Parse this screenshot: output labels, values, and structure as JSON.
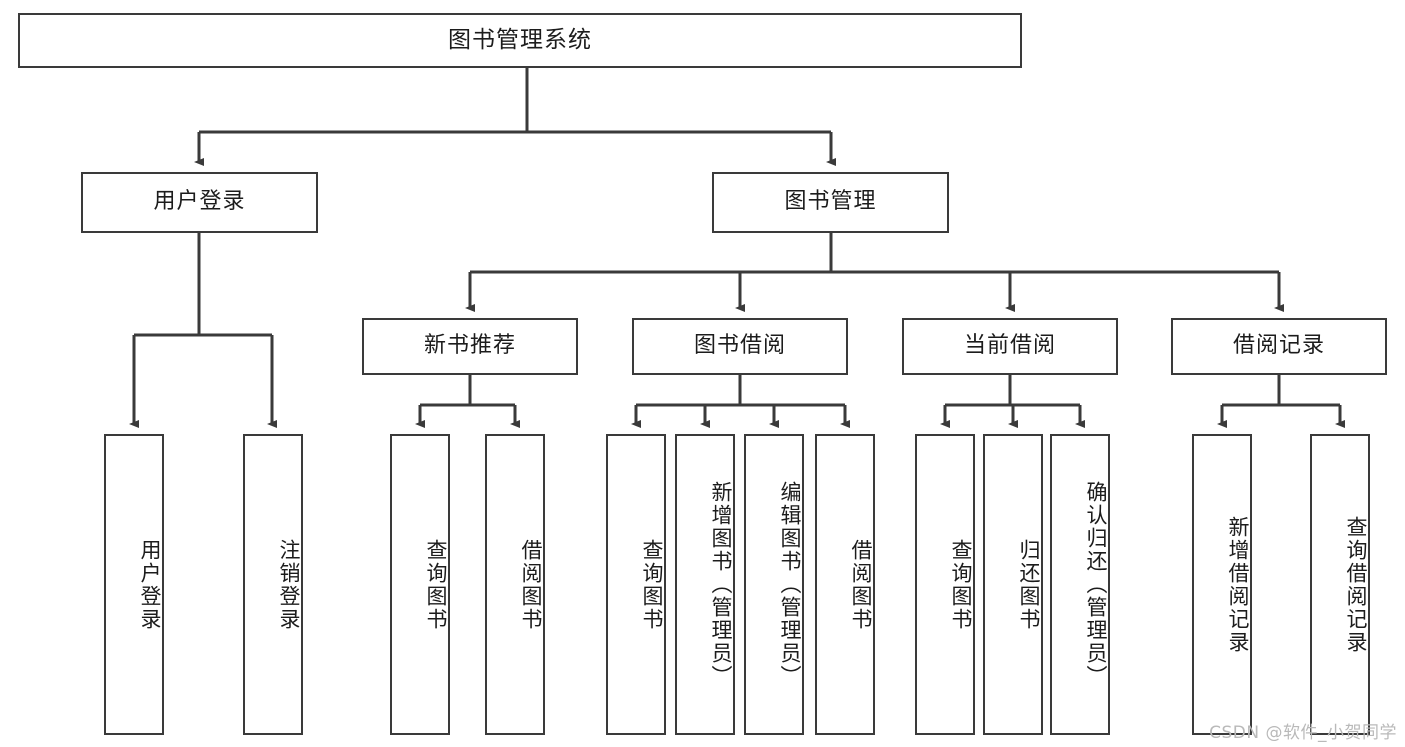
{
  "diagram": {
    "title": "图书管理系统",
    "type": "tree",
    "watermark": "CSDN @软件_小贺同学",
    "colors": {
      "box_border": "#3a3a3a",
      "box_fill": "#ffffff",
      "edge": "#3a3a3a",
      "text": "#1c1c1c",
      "watermark": "#b9b9b9"
    },
    "root": {
      "label": "图书管理系统"
    },
    "level1": [
      {
        "label": "用户登录"
      },
      {
        "label": "图书管理"
      }
    ],
    "level2": [
      {
        "label": "新书推荐"
      },
      {
        "label": "图书借阅"
      },
      {
        "label": "当前借阅"
      },
      {
        "label": "借阅记录"
      }
    ],
    "leaves": {
      "user_login": [
        {
          "label": "用户登录"
        },
        {
          "label": "注销登录"
        }
      ],
      "new_book_recommend": [
        {
          "label": "查询图书"
        },
        {
          "label": "借阅图书"
        }
      ],
      "book_borrow": [
        {
          "label": "查询图书"
        },
        {
          "label": "新增图书（管理员）"
        },
        {
          "label": "编辑图书（管理员）"
        },
        {
          "label": "借阅图书"
        }
      ],
      "current_borrow": [
        {
          "label": "查询图书"
        },
        {
          "label": "归还图书"
        },
        {
          "label": "确认归还（管理员）"
        }
      ],
      "borrow_record": [
        {
          "label": "新增借阅记录"
        },
        {
          "label": "查询借阅记录"
        }
      ]
    }
  }
}
